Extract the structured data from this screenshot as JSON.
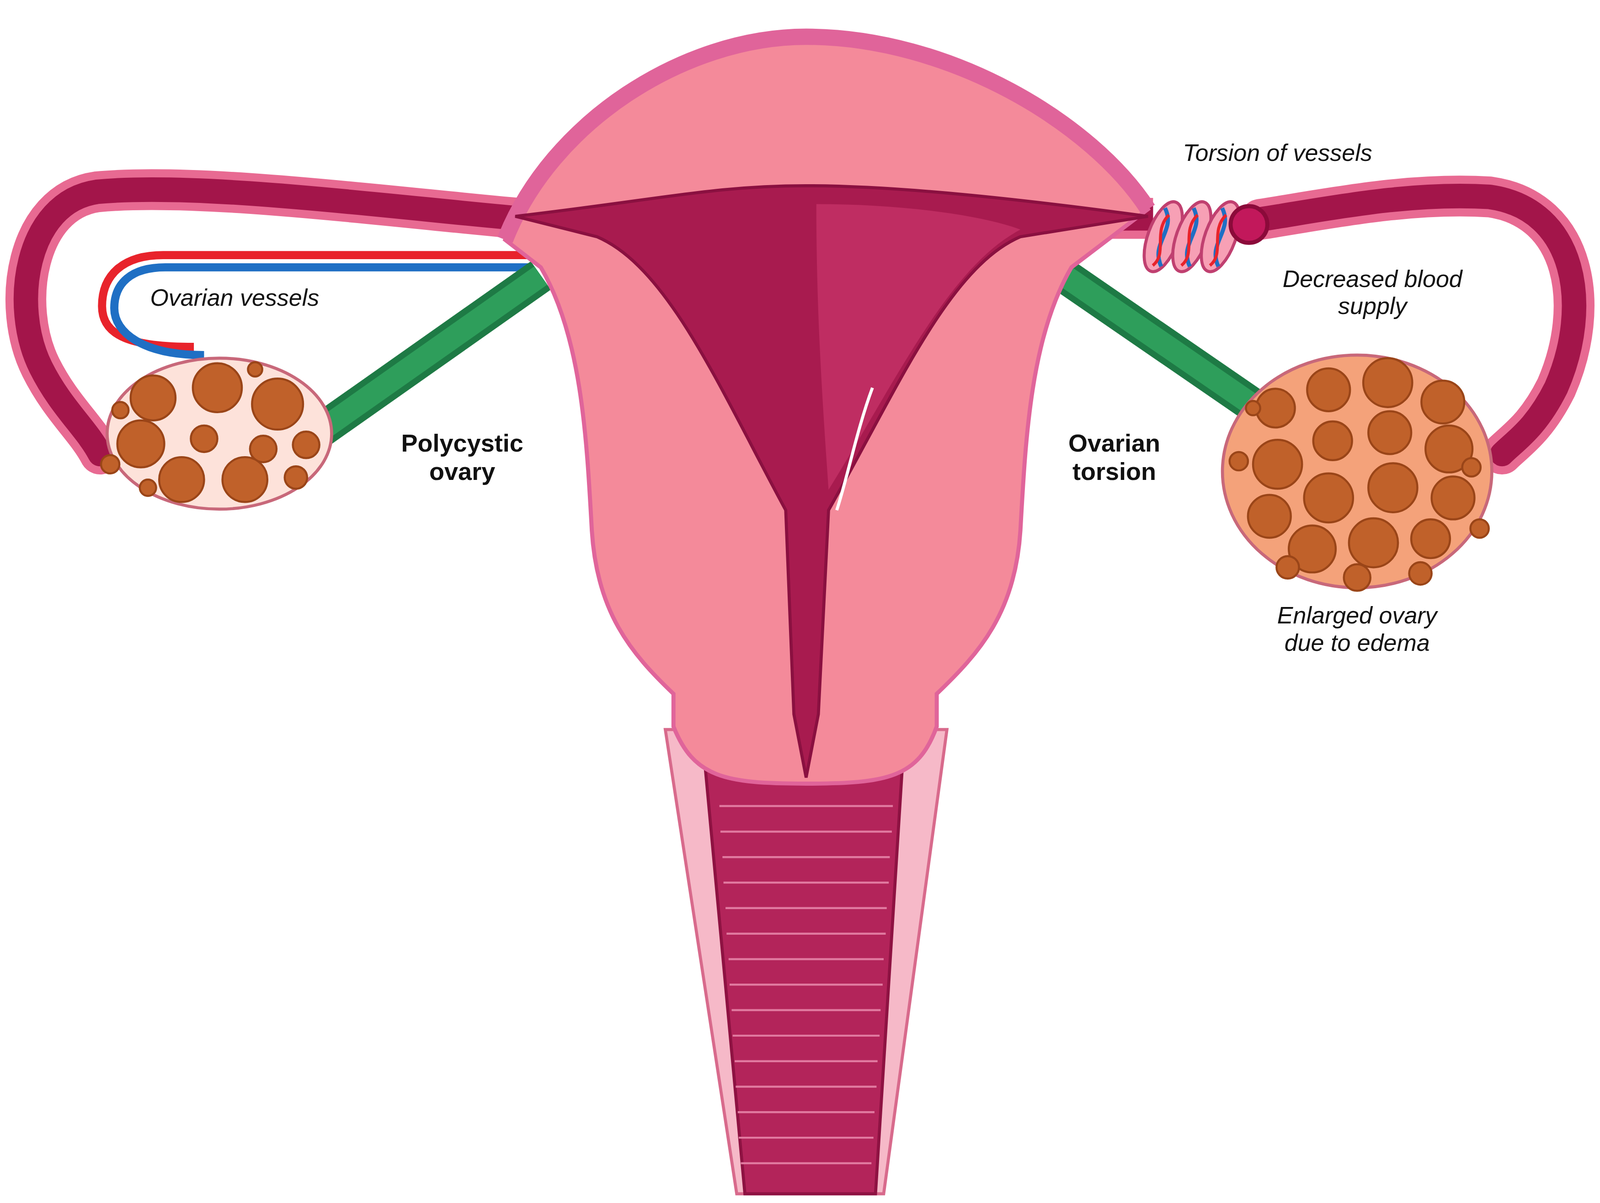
{
  "diagram": {
    "labels": [
      "Ovarian vessels",
      "Polycystic ovary",
      "Torsion of vessels",
      "Decreased blood supply",
      "Ovarian torsion",
      "Enlarged ovary due to edema"
    ]
  }
}
